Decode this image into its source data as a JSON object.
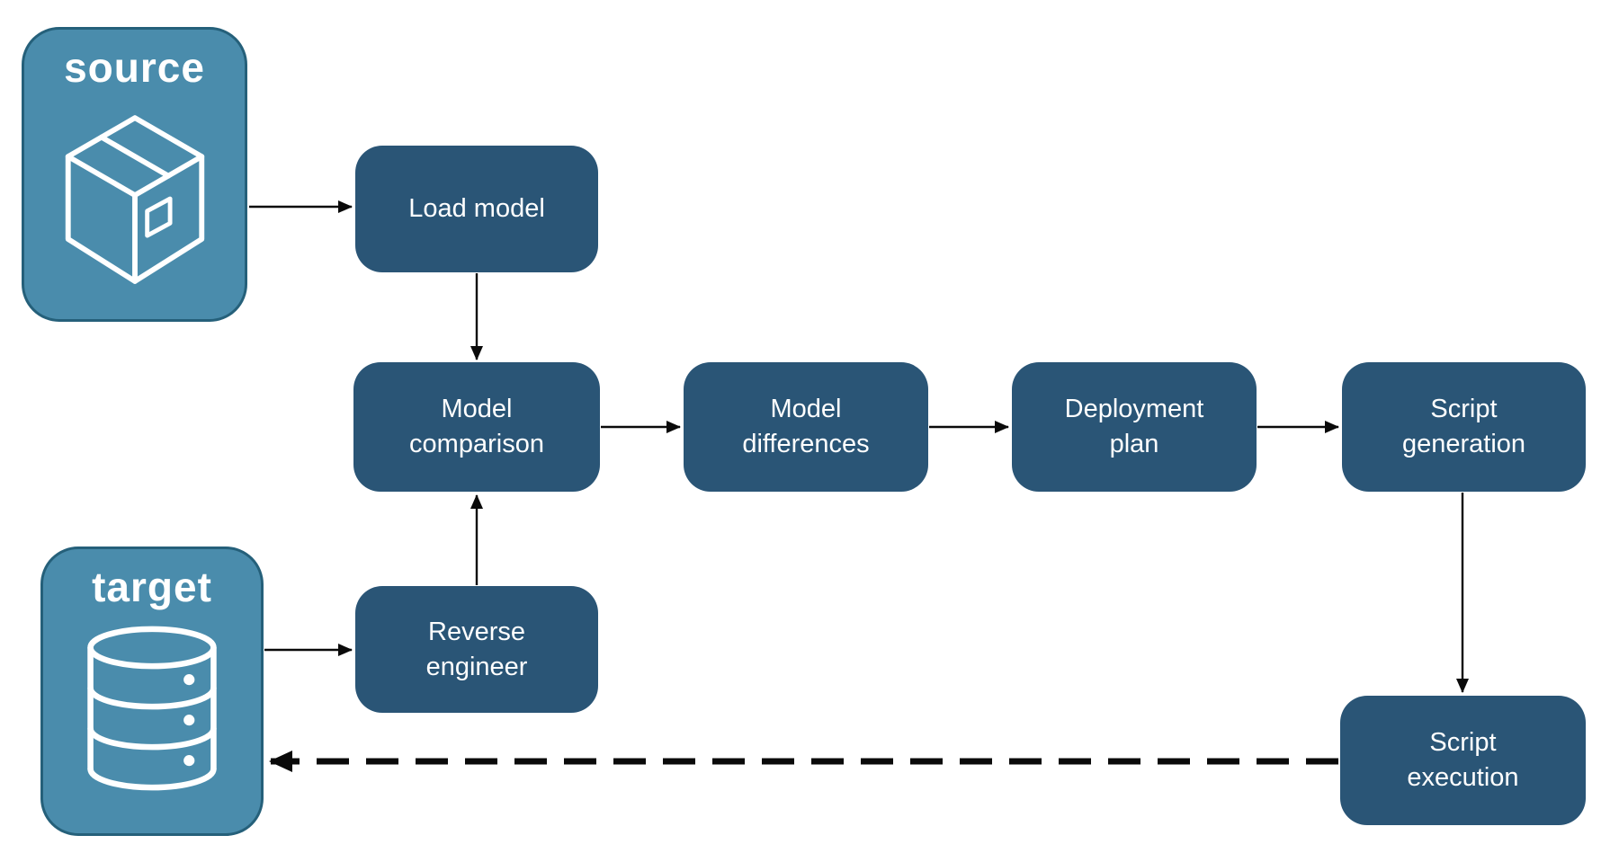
{
  "colors": {
    "background": "#FFFFFF",
    "step_fill": "#2A5576",
    "endpoint_fill": "#4A8CAC",
    "endpoint_border": "#25607A",
    "label_text": "#FFFFFF",
    "arrow": "#0A0A0A"
  },
  "endpoints": [
    {
      "id": "source",
      "label": "source",
      "icon": "package-icon"
    },
    {
      "id": "target",
      "label": "target",
      "icon": "database-icon"
    }
  ],
  "steps": [
    {
      "id": "load-model",
      "label": "Load model"
    },
    {
      "id": "model-comparison",
      "label": "Model comparison"
    },
    {
      "id": "model-differences",
      "label": "Model differences"
    },
    {
      "id": "deployment-plan",
      "label": "Deployment plan"
    },
    {
      "id": "script-generation",
      "label": "Script generation"
    },
    {
      "id": "reverse-engineer",
      "label": "Reverse engineer"
    },
    {
      "id": "script-execution",
      "label": "Script execution"
    }
  ],
  "edges": [
    {
      "from": "source",
      "to": "load-model",
      "style": "solid"
    },
    {
      "from": "load-model",
      "to": "model-comparison",
      "style": "solid"
    },
    {
      "from": "model-comparison",
      "to": "model-differences",
      "style": "solid"
    },
    {
      "from": "model-differences",
      "to": "deployment-plan",
      "style": "solid"
    },
    {
      "from": "deployment-plan",
      "to": "script-generation",
      "style": "solid"
    },
    {
      "from": "script-generation",
      "to": "script-execution",
      "style": "solid"
    },
    {
      "from": "target",
      "to": "reverse-engineer",
      "style": "solid"
    },
    {
      "from": "reverse-engineer",
      "to": "model-comparison",
      "style": "solid"
    },
    {
      "from": "script-execution",
      "to": "target",
      "style": "dashed"
    }
  ]
}
